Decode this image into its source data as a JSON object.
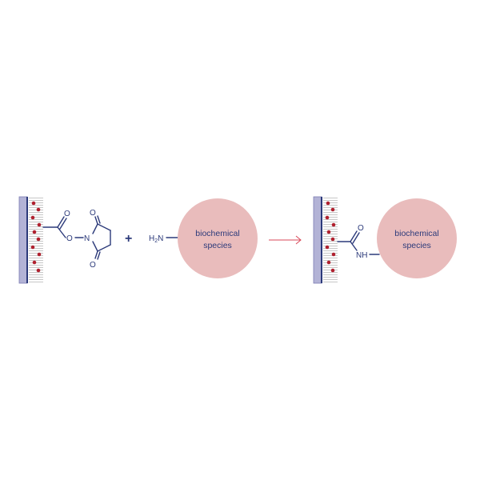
{
  "colors": {
    "ink": "#2c3a7a",
    "substrate_fill": "#b3b3d6",
    "particle": "#b0202e",
    "circle_fill": "#e9bcbc",
    "arrow": "#d94a5a",
    "hatch": "#b9b9b9"
  },
  "reactant_surface": {
    "ester_o_top": "O",
    "ester_o_link": "O",
    "n_atom": "N",
    "ring_o_top": "O",
    "ring_o_bottom": "O"
  },
  "operator": "+",
  "amine": {
    "label_h": "H",
    "label_sub": "2",
    "label_n": "N"
  },
  "species_left": {
    "line1": "biochemical",
    "line2": "species"
  },
  "product": {
    "amide_o": "O",
    "amide_nh": "NH"
  },
  "species_right": {
    "line1": "biochemical",
    "line2": "species"
  }
}
